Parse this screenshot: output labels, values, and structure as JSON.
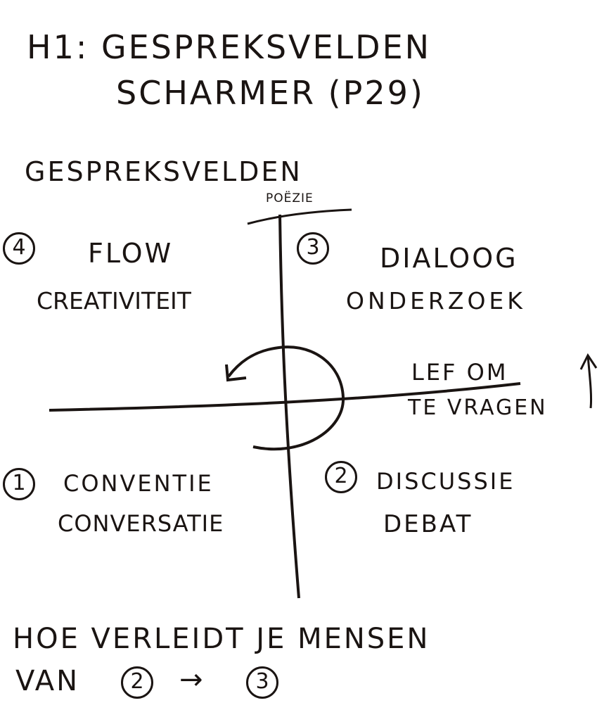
{
  "title": {
    "line1": "H1: Gespreksvelden",
    "line2": "Scharmer (p29)"
  },
  "diagram": {
    "heading": "Gespreksvelden",
    "top_axis_label": "Poëzie",
    "right_axis_label_1": "Lef om",
    "right_axis_label_2": "te vragen",
    "quadrants": [
      {
        "number": "1",
        "line1": "Conventie",
        "line2": "Conversatie"
      },
      {
        "number": "2",
        "line1": "Discussie",
        "line2": "Debat"
      },
      {
        "number": "3",
        "line1": "Dialoog",
        "line2": "Onderzoek"
      },
      {
        "number": "4",
        "line1": "Flow",
        "line2": "Creativiteit"
      }
    ]
  },
  "question": {
    "line1": "Hoe verleidt je mensen",
    "line2_prefix": "van",
    "from": "2",
    "arrow": "→",
    "to": "3"
  }
}
